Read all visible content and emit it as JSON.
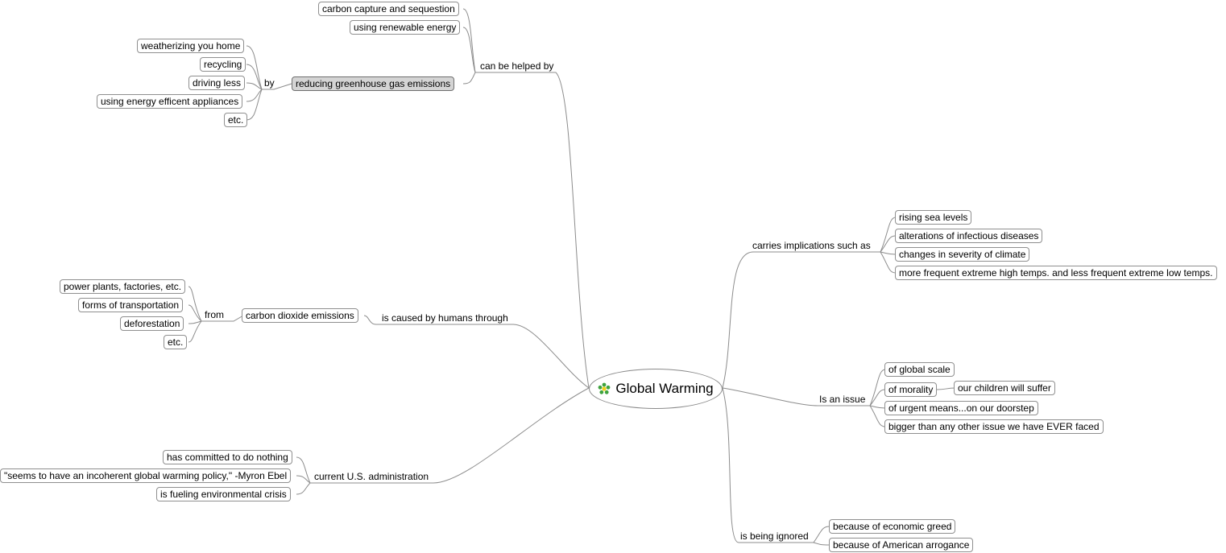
{
  "central": {
    "title": "Global Warming",
    "icon": "green-flower-icon"
  },
  "links": {
    "can_be_helped_by": "can be helped by",
    "by": "by",
    "is_caused_by": "is caused by humans through",
    "from": "from",
    "current_admin": "current U.S. administration",
    "carries_implications": "carries implications such as",
    "is_an_issue": "Is an issue",
    "is_being_ignored": "is being ignored"
  },
  "helped": {
    "carbon_capture": "carbon capture and sequestion",
    "renewable": "using renewable energy",
    "reducing": "reducing greenhouse gas emissions",
    "by_items": [
      "weatherizing you home",
      "recycling",
      "driving less",
      "using energy efficent appliances",
      "etc."
    ]
  },
  "caused": {
    "co2": "carbon dioxide emissions",
    "from_items": [
      "power plants, factories, etc.",
      "forms of transportation",
      "deforestation",
      "etc."
    ]
  },
  "admin": {
    "items": [
      "has committed to do nothing",
      "\"seems to have an incoherent global warming policy,\" -Myron Ebel",
      "is fueling environmental crisis"
    ]
  },
  "implications": {
    "items": [
      "rising sea levels",
      "alterations of infectious diseases",
      "changes in severity of climate",
      "more frequent extreme high temps. and less frequent extreme low temps."
    ]
  },
  "issue": {
    "global": "of global scale",
    "morality": "of morality",
    "children": "our children will suffer",
    "urgent": "of urgent means...on our doorstep",
    "bigger": "bigger than any other issue we have EVER faced"
  },
  "ignored": {
    "items": [
      "because of economic greed",
      "because of American arrogance"
    ]
  }
}
